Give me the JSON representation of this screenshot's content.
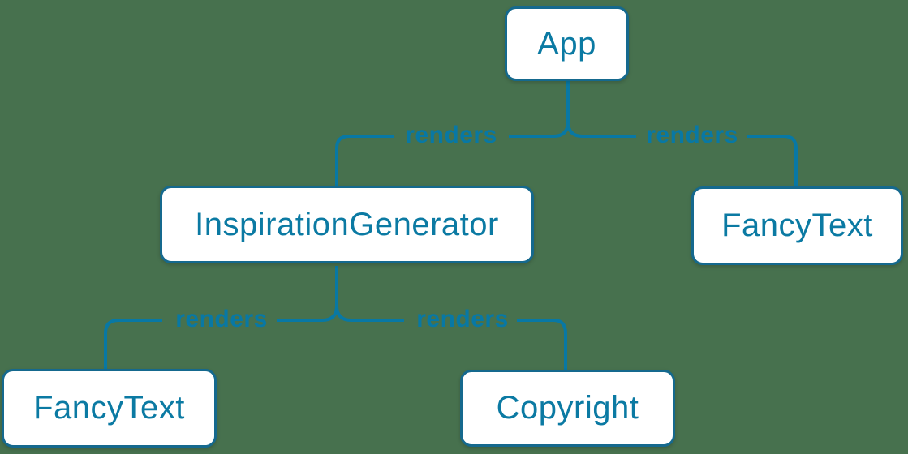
{
  "colors": {
    "background": "#47714e",
    "edge_line": "#0878a4",
    "node_border": "#15698e",
    "node_text": "#0b7aa3",
    "node_fill": "#ffffff"
  },
  "diagram": {
    "type": "component-render-tree",
    "nodes": [
      {
        "id": "app",
        "label": "App"
      },
      {
        "id": "inspiration-generator",
        "label": "InspirationGenerator"
      },
      {
        "id": "fancy-text-top",
        "label": "FancyText"
      },
      {
        "id": "fancy-text-bottom",
        "label": "FancyText"
      },
      {
        "id": "copyright",
        "label": "Copyright"
      }
    ],
    "edges": [
      {
        "from": "App",
        "to": "InspirationGenerator",
        "label": "renders"
      },
      {
        "from": "App",
        "to": "FancyText",
        "label": "renders"
      },
      {
        "from": "InspirationGenerator",
        "to": "FancyText",
        "label": "renders"
      },
      {
        "from": "InspirationGenerator",
        "to": "Copyright",
        "label": "renders"
      }
    ]
  }
}
